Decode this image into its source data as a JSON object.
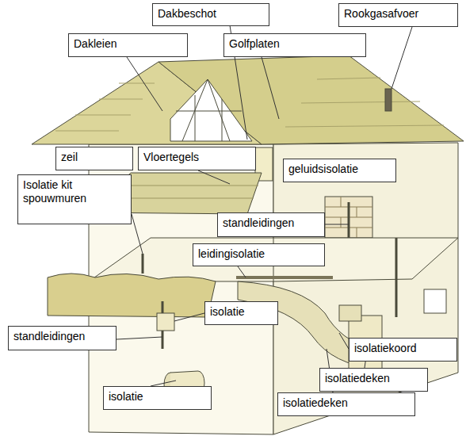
{
  "diagram": {
    "nodes": [
      {
        "text": [
          "Dakbeschot"
        ]
      },
      {
        "text": [
          "Rookgasafvoer"
        ]
      },
      {
        "text": [
          "Dakleien"
        ]
      },
      {
        "text": [
          "Golfplaten"
        ]
      },
      {
        "text": [
          "zeil"
        ]
      },
      {
        "text": [
          "Vloertegels"
        ]
      },
      {
        "text": [
          "geluidsisolatie"
        ]
      },
      {
        "text": [
          "Isolatie kit spouwmuren"
        ]
      },
      {
        "text": [
          "standleidingen"
        ]
      },
      {
        "text": [
          "leidingisolatie"
        ]
      },
      {
        "text": [
          "isolatie"
        ]
      },
      {
        "text": [
          "standleidingen"
        ]
      },
      {
        "text": [
          "isolatiekoord"
        ]
      },
      {
        "text": [
          "isolatiedeken"
        ]
      },
      {
        "text": [
          "isolatie"
        ]
      },
      {
        "text": [
          "isolatiedeken"
        ]
      }
    ]
  }
}
